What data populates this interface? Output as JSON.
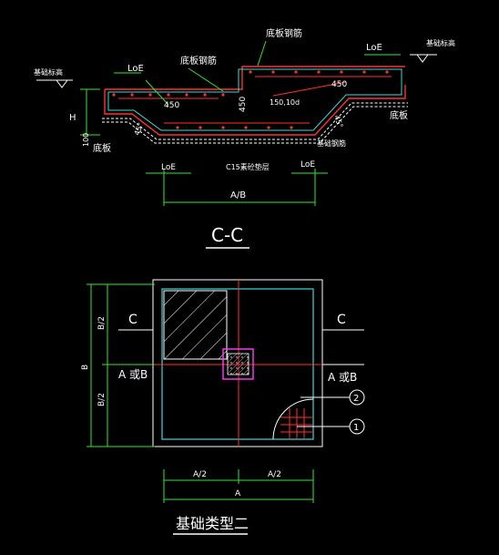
{
  "section_title": "C-C",
  "drawing_title": "基础类型二",
  "section": {
    "left_level": "基础标高",
    "right_level": "基础标高",
    "top_rebar": "底板钢筋",
    "left_rebar": "底板钢筋",
    "bottom_rebar": "基础钢筋",
    "slab_right": "底板",
    "slab_left": "底板",
    "anchor_left": "LoE",
    "anchor_right_top": "LoE",
    "anchor_bottom_left": "LoE",
    "anchor_bottom_right": "LoE",
    "dim_450_left": "450",
    "dim_450_right": "450",
    "dim_450_step": "450",
    "dim_150_10d": "150,10d",
    "dim_H": "H",
    "dim_100": "100",
    "angle_left": "45°",
    "angle_right": "45°",
    "bedding": "C15素砼垫层",
    "dim_AB": "A/B"
  },
  "plan": {
    "label_C_left": "C",
    "label_C_right": "C",
    "label_AB_left": "A 或B",
    "label_AB_right": "A 或B",
    "dim_B_half_top": "B/2",
    "dim_B_half_bottom": "B/2",
    "dim_B": "B",
    "dim_A_half_left": "A/2",
    "dim_A_half_right": "A/2",
    "dim_A": "A",
    "callout_1": "1",
    "callout_2": "2"
  }
}
